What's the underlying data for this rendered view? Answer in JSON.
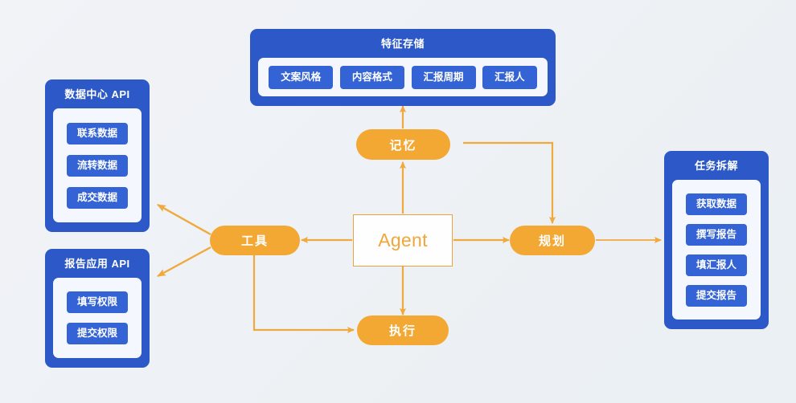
{
  "theme": {
    "background_start": "#f1f3f7",
    "background_end": "#eaf0f3",
    "panel_blue": "#2c58c8",
    "chip_blue": "#3463d6",
    "panel_inner": "#f4f7fd",
    "accent_orange": "#f2a833",
    "agent_border": "#e8a33c",
    "agent_text": "#f0a63a"
  },
  "diagram": {
    "type": "flow-diagram",
    "center": {
      "label": "Agent"
    },
    "nodes": [
      {
        "id": "memory",
        "label": "记忆"
      },
      {
        "id": "tools",
        "label": "工具"
      },
      {
        "id": "planning",
        "label": "规划"
      },
      {
        "id": "execution",
        "label": "执行"
      }
    ],
    "panels": [
      {
        "id": "feature-store",
        "title": "特征存储",
        "orientation": "horizontal",
        "items": [
          "文案风格",
          "内容格式",
          "汇报周期",
          "汇报人"
        ]
      },
      {
        "id": "data-center-api",
        "title": "数据中心 API",
        "orientation": "vertical",
        "items": [
          "联系数据",
          "流转数据",
          "成交数据"
        ]
      },
      {
        "id": "report-app-api",
        "title": "报告应用 API",
        "orientation": "vertical",
        "items": [
          "填写权限",
          "提交权限"
        ]
      },
      {
        "id": "task-decomposition",
        "title": "任务拆解",
        "orientation": "vertical",
        "items": [
          "获取数据",
          "撰写报告",
          "填汇报人",
          "提交报告"
        ]
      }
    ],
    "edges": [
      {
        "from": "agent",
        "to": "memory",
        "style": "straight-arrow"
      },
      {
        "from": "agent",
        "to": "execution",
        "style": "straight-arrow"
      },
      {
        "from": "agent",
        "to": "tools",
        "style": "straight-arrow"
      },
      {
        "from": "agent",
        "to": "planning",
        "style": "straight-arrow"
      },
      {
        "from": "memory",
        "to": "feature-store",
        "style": "straight-arrow"
      },
      {
        "from": "memory",
        "to": "planning",
        "style": "elbow-arrow"
      },
      {
        "from": "tools",
        "to": "data-center-api",
        "style": "diagonal-arrow"
      },
      {
        "from": "tools",
        "to": "report-app-api",
        "style": "diagonal-arrow"
      },
      {
        "from": "tools",
        "to": "execution",
        "style": "elbow-arrow"
      },
      {
        "from": "planning",
        "to": "task-decomposition",
        "style": "straight-arrow"
      }
    ]
  }
}
